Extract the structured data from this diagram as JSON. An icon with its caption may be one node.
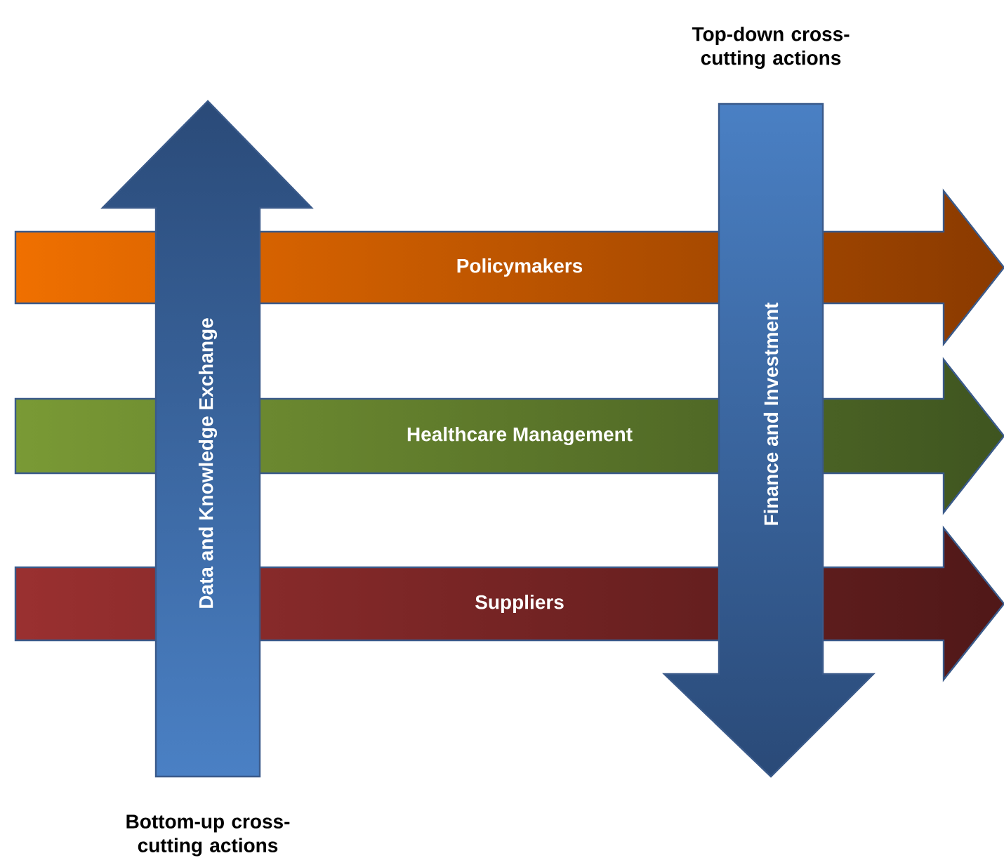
{
  "diagram": {
    "nodes": [
      {
        "text": [
          "Policymakers"
        ]
      },
      {
        "text": [
          "Healthcare Management"
        ]
      },
      {
        "text": [
          "Suppliers"
        ]
      },
      {
        "text": [
          "Data and Knowledge Exchange"
        ],
        "beside": [
          "Bottom-up cross-cutting actions"
        ]
      },
      {
        "text": [
          "Finance and Investment"
        ],
        "beside": [
          "Top-down cross-cutting actions"
        ]
      }
    ]
  }
}
